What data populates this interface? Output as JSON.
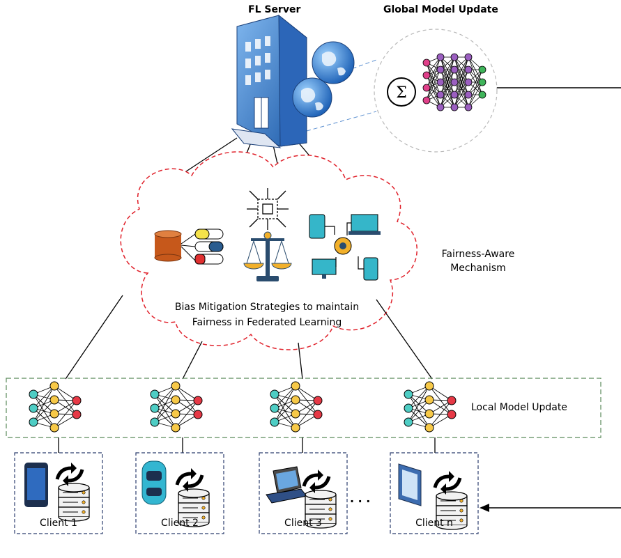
{
  "header": {
    "server_label": "FL Server",
    "global_update_label": "Global Model Update"
  },
  "cloud": {
    "text_line1": "Bias Mitigation Strategies to maintain",
    "text_line2": "Fairness in Federated Learning"
  },
  "fairness_label": {
    "line1": "Fairness-Aware",
    "line2": "Mechanism"
  },
  "local_update_label": "Local Model Update",
  "ellipsis": ". . .",
  "clients": [
    {
      "label": "Client 1",
      "device": "smartphone-icon"
    },
    {
      "label": "Client 2",
      "device": "car-icon"
    },
    {
      "label": "Client 3",
      "device": "laptop-icon"
    },
    {
      "label": "Client n",
      "device": "tablet-icon"
    }
  ],
  "icons": {
    "server": "server-building-icon",
    "globe": "globe-icon",
    "sum": "sigma-icon",
    "neural_net": "neural-network-icon",
    "database": "database-icon",
    "sync": "sync-arrows-icon",
    "balance": "balance-scale-icon",
    "distribution": "distribution-box-icon",
    "network": "device-network-icon",
    "data_pipeline": "data-pipeline-icon"
  },
  "colors": {
    "cloud_border": "#e0202a",
    "dashed_green": "#5a8a5a",
    "dashed_blue": "#2c3e6e",
    "node_teal": "#4ecdc4",
    "node_yellow": "#f7c948",
    "node_red": "#e63946",
    "building_blue": "#3b7fd0"
  }
}
